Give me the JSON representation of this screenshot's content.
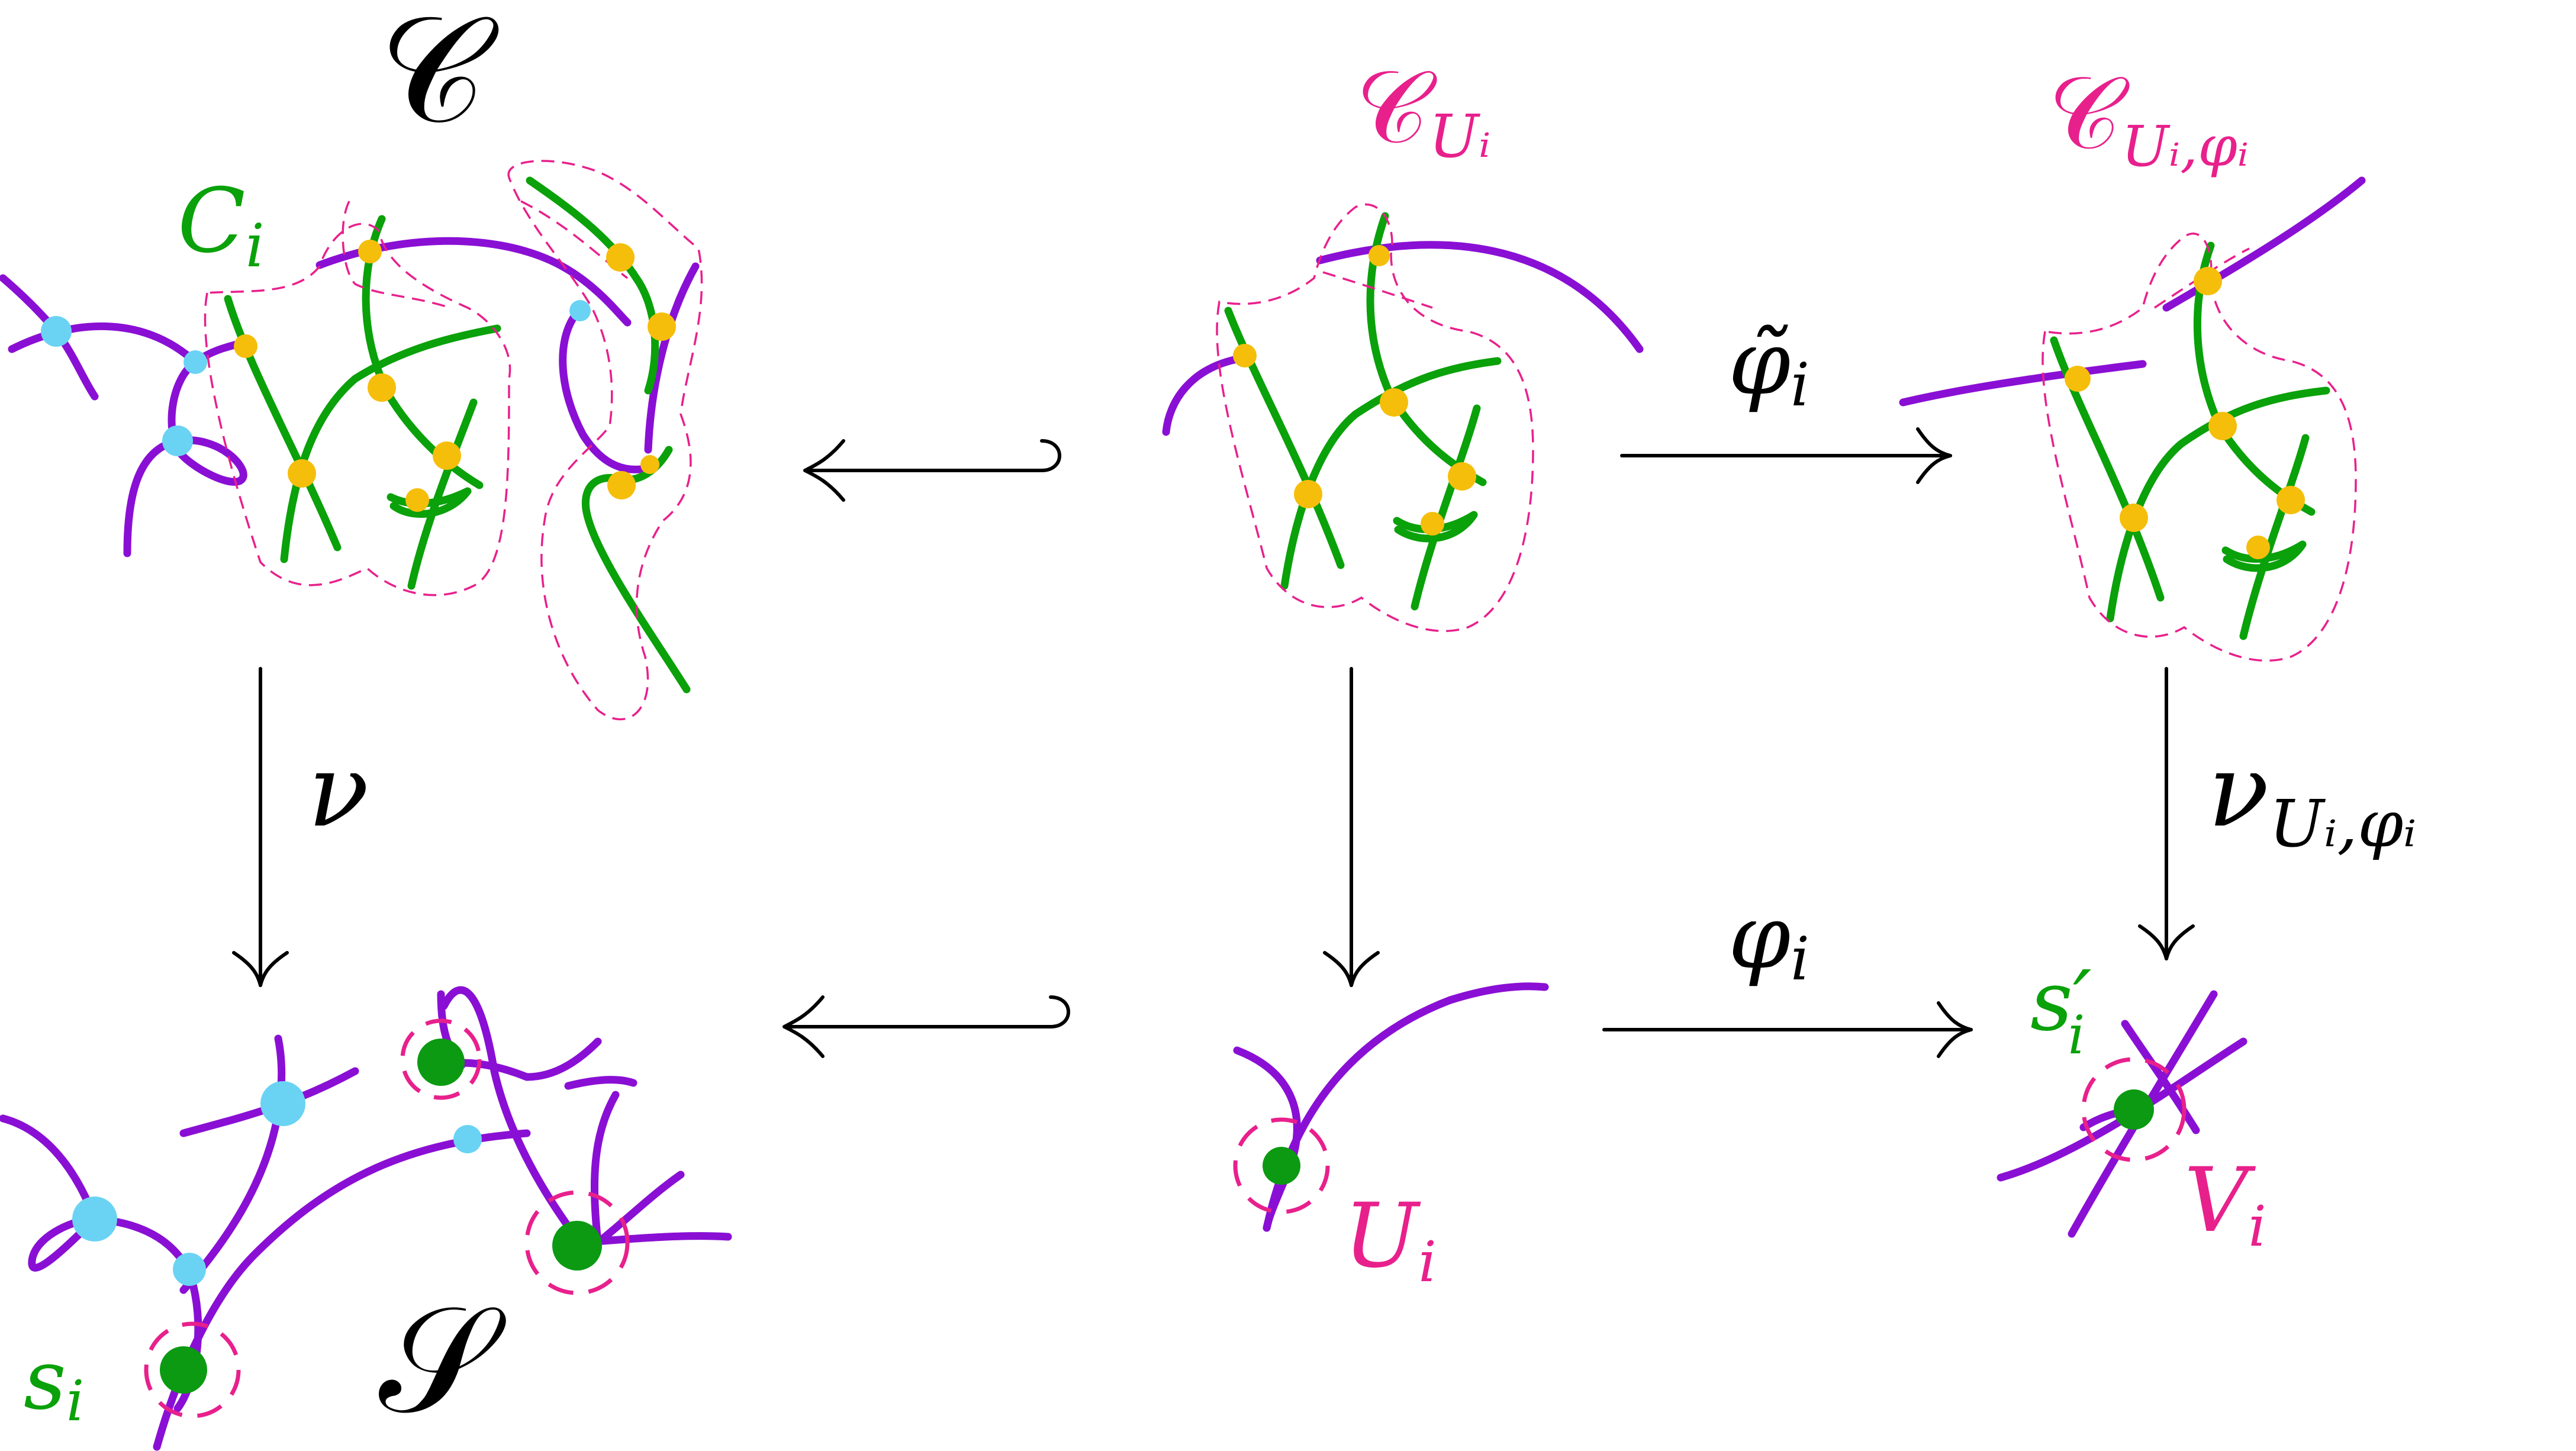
{
  "colors": {
    "purple": "#8a0fd4",
    "green": "#0aa10a",
    "magenta": "#e8208c",
    "yellow_node": "#f5be0b",
    "cyan_node": "#6ad3f3",
    "green_node": "#0b9a12"
  },
  "labels": {
    "curve_C": "𝒞",
    "surface_S": "𝒮",
    "component": "C",
    "component_sub": "i",
    "curve_CUi_main": "𝒞",
    "curve_CUi_sub": "Uᵢ",
    "curve_CUiphi_main": "𝒞",
    "curve_CUiphi_sub": "Uᵢ,φᵢ",
    "nu": "ν",
    "nu_Ui_phi_main": "ν",
    "nu_Ui_phi_sub": "Uᵢ,φᵢ",
    "phi_tilde": "φ̃",
    "phi_tilde_sub": "i",
    "phi": "φ",
    "phi_sub": "i",
    "s": "s",
    "s_sub": "i",
    "s_prime": "s′",
    "s_prime_sub": "i",
    "U": "U",
    "U_sub": "i",
    "V": "V",
    "V_sub": "i"
  }
}
